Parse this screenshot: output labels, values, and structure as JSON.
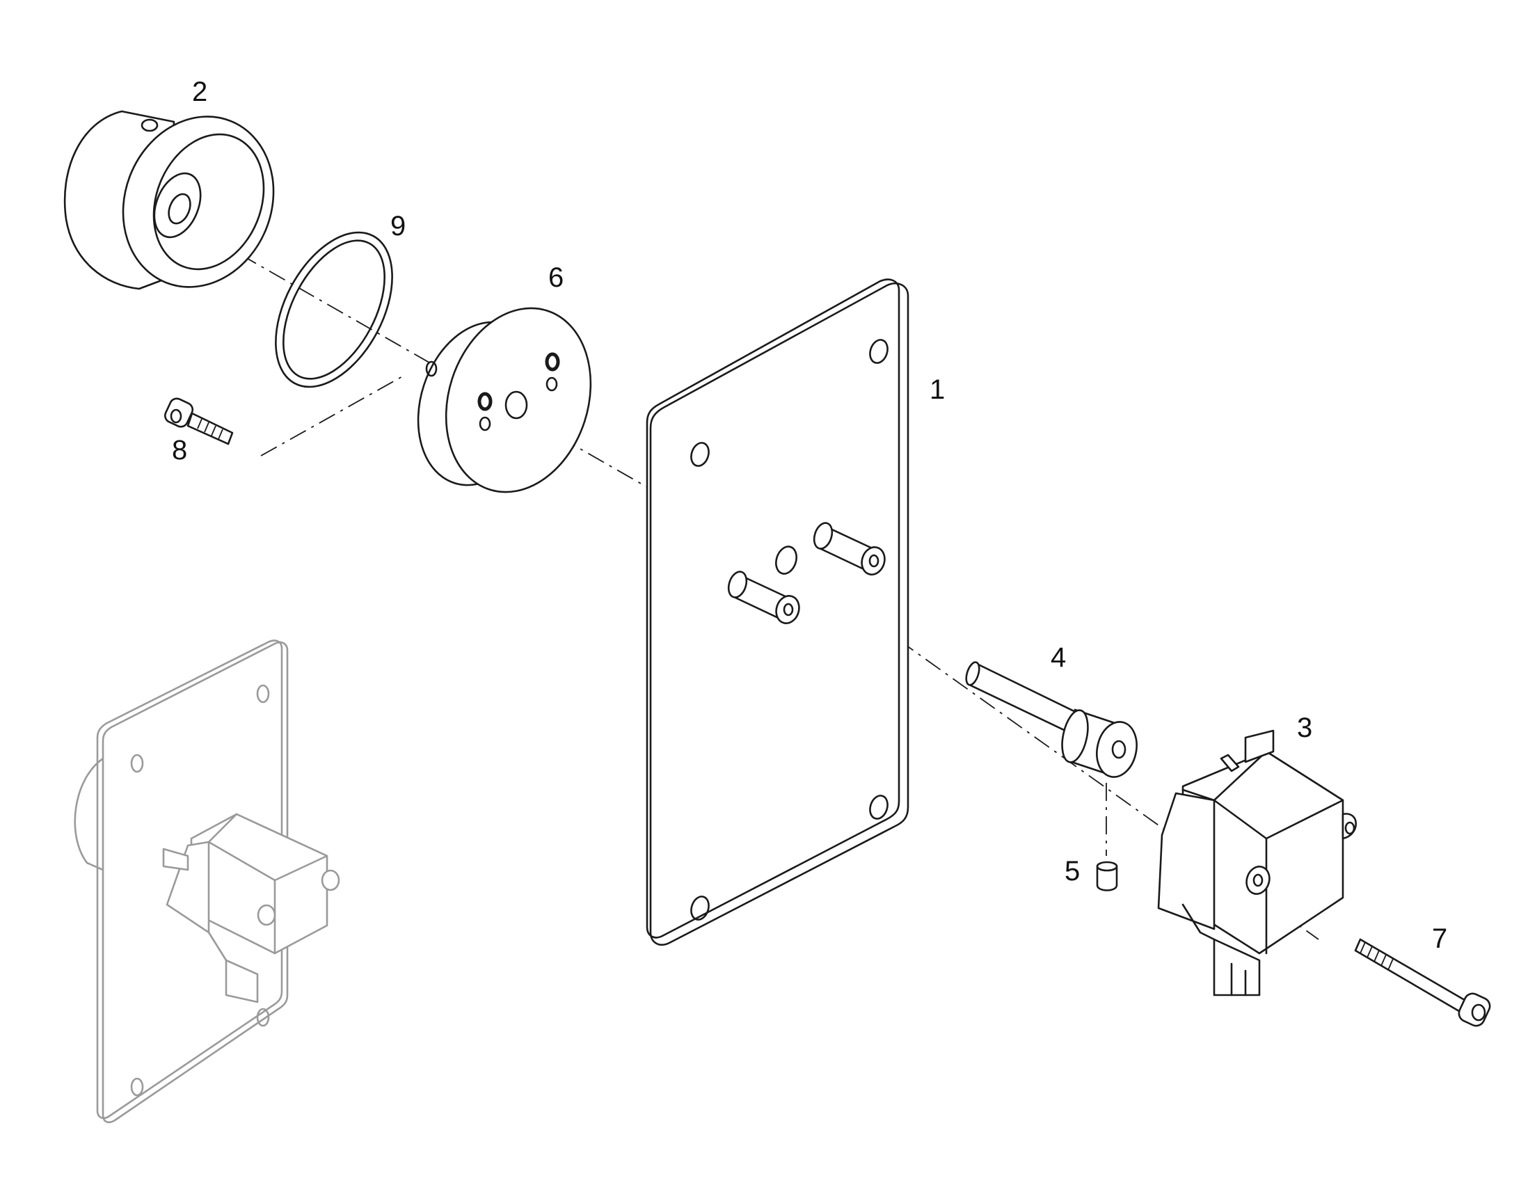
{
  "diagram": {
    "type": "exploded-parts-view",
    "callouts": {
      "part_1": "1",
      "part_2": "2",
      "part_3": "3",
      "part_4": "4",
      "part_5": "5",
      "part_6": "6",
      "part_7": "7",
      "part_8": "8",
      "part_9": "9"
    },
    "colors": {
      "line": "#1a1a1a",
      "ghost": "#9a9a9a",
      "background": "#ffffff"
    }
  }
}
